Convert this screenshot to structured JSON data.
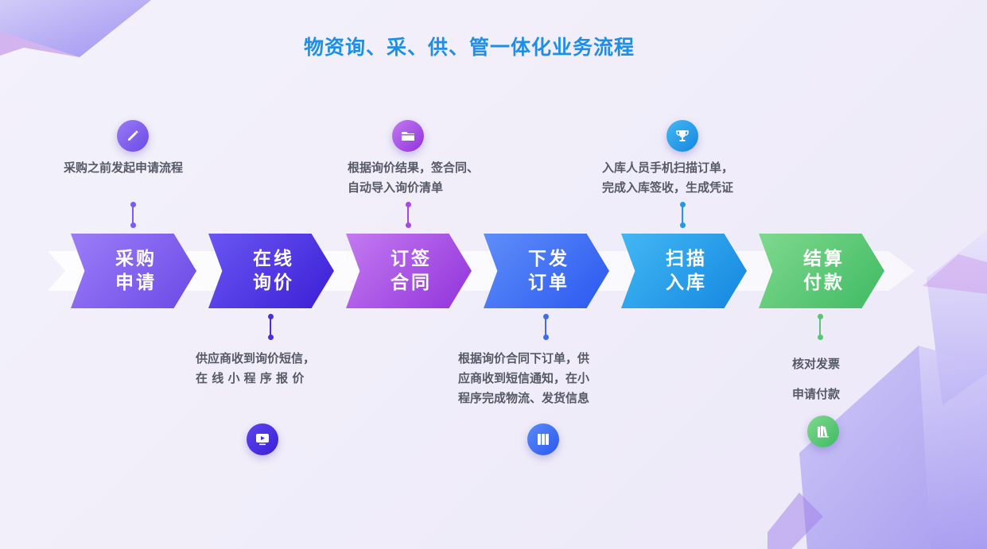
{
  "title": "物资询、采、供、管一体化业务流程",
  "colors": {
    "title": "#1f8fe6",
    "step1": "#7b5cf0",
    "step2": "#4a2fe0",
    "step3": "#a449e3",
    "step4": "#3d6cf5",
    "step5": "#1d9be8",
    "step6": "#56c772"
  },
  "steps": [
    {
      "line1": "采购",
      "line2": "申请",
      "icon": "pencil-icon",
      "desc": [
        "采购之前发起申请流程"
      ]
    },
    {
      "line1": "在线",
      "line2": "询价",
      "icon": "video-icon",
      "desc": [
        "供应商收到询价短信，",
        "在 线 小 程 序 报 价"
      ]
    },
    {
      "line1": "订签",
      "line2": "合同",
      "icon": "folder-icon",
      "desc": [
        "根据询价结果，签合同、",
        "自动导入询价清单"
      ]
    },
    {
      "line1": "下发",
      "line2": "订单",
      "icon": "binders-icon",
      "desc": [
        "根据询价合同下订单，供",
        "应商收到短信通知，在小",
        "程序完成物流、发货信息"
      ]
    },
    {
      "line1": "扫描",
      "line2": "入库",
      "icon": "trophy-icon",
      "desc": [
        "入库人员手机扫描订单，",
        "完成入库签收，生成凭证"
      ]
    },
    {
      "line1": "结算",
      "line2": "付款",
      "icon": "books-icon",
      "desc": [
        "核对发票",
        "申请付款"
      ]
    }
  ]
}
